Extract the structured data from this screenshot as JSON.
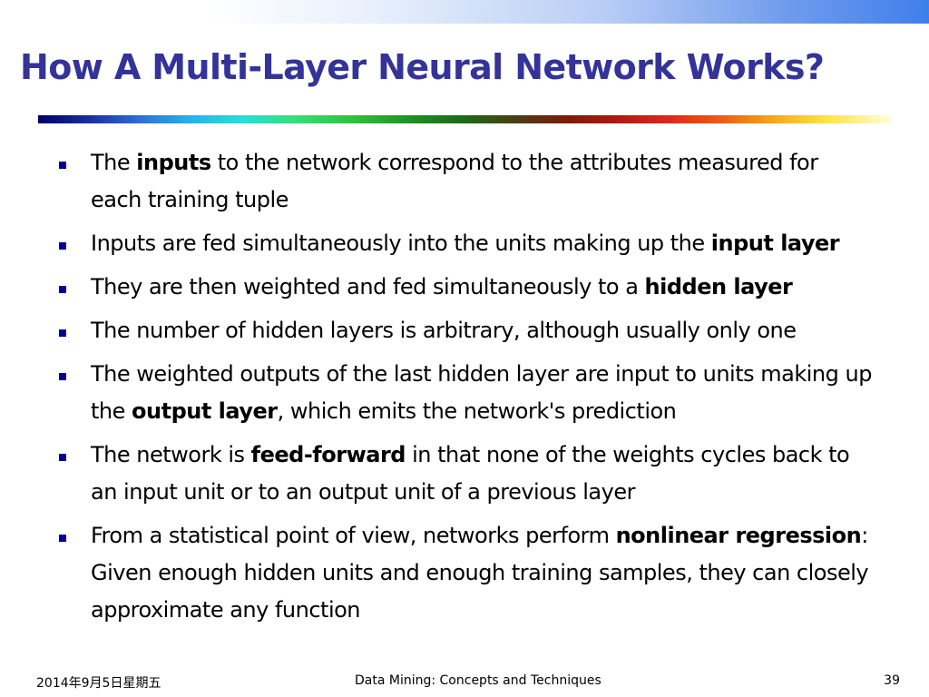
{
  "slide": {
    "title": "How A Multi-Layer Neural Network Works?",
    "title_color": "#333399",
    "bullet_color": "#000099",
    "bullets": [
      {
        "pre": "The ",
        "bold": "inputs",
        "post": " to the network correspond to the attributes measured for each training tuple"
      },
      {
        "pre": "Inputs are fed simultaneously into the units making up the ",
        "bold": "input layer",
        "post": ""
      },
      {
        "pre": "They are then weighted and fed simultaneously to a ",
        "bold": "hidden layer",
        "post": ""
      },
      {
        "pre": "The number of hidden layers is arbitrary, although usually only one",
        "bold": "",
        "post": ""
      },
      {
        "pre": "The weighted outputs of the last hidden layer are input to units making up the ",
        "bold": "output layer",
        "post": ", which emits the network's prediction"
      },
      {
        "pre": "The network is ",
        "bold": "feed-forward",
        "post": " in that none of the weights cycles back to an input unit or to an output unit of a previous layer"
      },
      {
        "pre": "From a statistical point of view, networks perform ",
        "bold": "nonlinear regression",
        "post": ": Given enough hidden units and enough training samples, they can closely approximate any function"
      }
    ]
  },
  "footer": {
    "date": "2014年9月5日星期五",
    "course": "Data Mining: Concepts and Techniques",
    "page": "39"
  }
}
